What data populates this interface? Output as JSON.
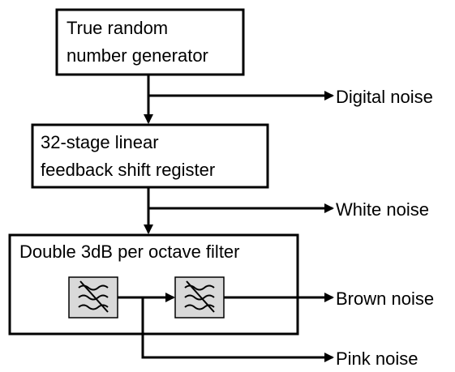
{
  "blocks": {
    "trng": {
      "line1": "True random",
      "line2": "number generator"
    },
    "lfsr": {
      "line1": "32-stage linear",
      "line2": "feedback shift register"
    },
    "filter": {
      "title": "Double 3dB per octave filter"
    }
  },
  "outputs": {
    "digital": "Digital noise",
    "white": "White noise",
    "brown": "Brown noise",
    "pink": "Pink noise"
  },
  "icons": {
    "filter1": "lowpass-filter-icon",
    "filter2": "lowpass-filter-icon"
  },
  "colors": {
    "stroke": "#000000",
    "filter_fill": "#d9d9d9",
    "background": "#ffffff"
  }
}
